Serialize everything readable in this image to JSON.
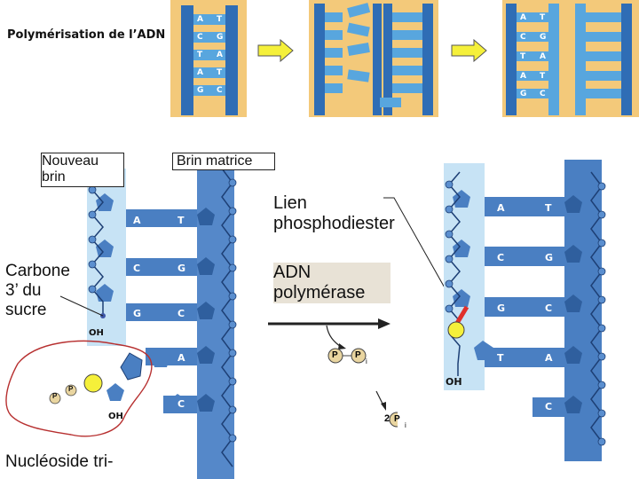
{
  "title": "Polymérisation de l’ADN",
  "labels": {
    "nouveau_brin": "Nouveau brin",
    "brin_matrice": "Brin matrice",
    "carbone": "Carbone 3’ du sucre",
    "nucleoside": "Nucléoside tri-",
    "lien": "Lien phosphodiester",
    "adn_pol": "ADN polymérase"
  },
  "strand": {
    "oh": "OH",
    "pairs_left": [
      {
        "a": "A",
        "b": "T"
      },
      {
        "a": "C",
        "b": "G"
      },
      {
        "a": "G",
        "b": "C"
      }
    ],
    "incoming": "A",
    "next": "C",
    "pairs_right": [
      {
        "a": "A",
        "b": "T"
      },
      {
        "a": "C",
        "b": "G"
      },
      {
        "a": "G",
        "b": "C"
      },
      {
        "a": "T",
        "b": "A"
      }
    ],
    "right_next": "C",
    "phosphate": "P",
    "pi_sub": "i",
    "two": "2"
  },
  "thumbs": {
    "left": {
      "a": [
        "A",
        "C",
        "T",
        "A",
        "G"
      ],
      "b": [
        "T",
        "G",
        "A",
        "T",
        "C"
      ]
    },
    "right": {
      "a": [
        "A",
        "C",
        "T",
        "A",
        "G"
      ],
      "b": [
        "T",
        "G",
        "A",
        "T",
        "C"
      ]
    }
  },
  "colors": {
    "panel": "#f3c97a",
    "strand_blue": "#4a7fc2",
    "strand_light": "#c7e3f5",
    "arrow_yellow": "#f5f03a",
    "highlight": "#f5f03a",
    "bond_red": "#e0302b"
  }
}
